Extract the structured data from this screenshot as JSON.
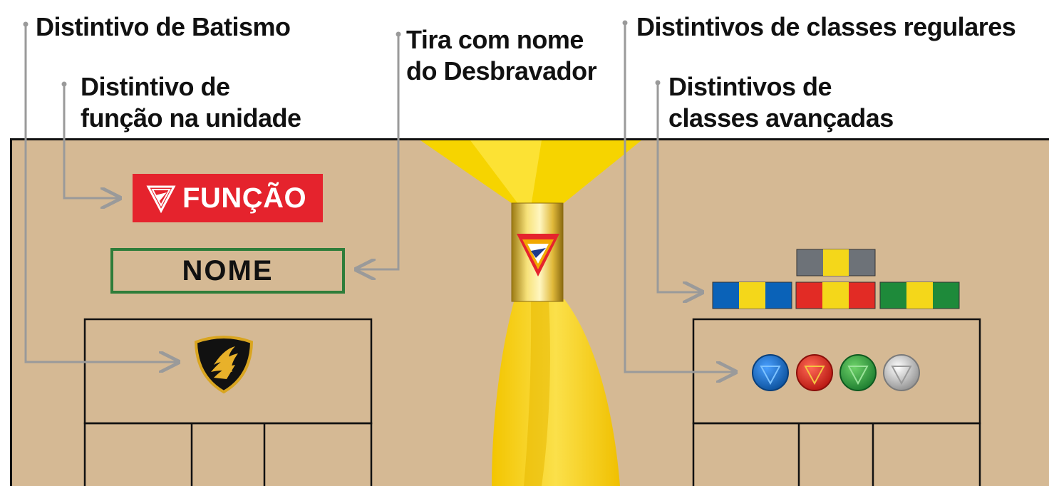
{
  "labels": {
    "batismo": "Distintivo de Batismo",
    "funcao_line1": "Distintivo de",
    "funcao_line2": "função na unidade",
    "tira_line1": "Tira com nome",
    "tira_line2": "do Desbravador",
    "regulares": "Distintivos de classes regulares",
    "avancadas_line1": "Distintivos de",
    "avancadas_line2": "classes avançadas"
  },
  "badges": {
    "funcao_text": "FUNÇÃO",
    "nome_text": "NOME"
  },
  "colors": {
    "shirt": "#d5b994",
    "scarf": "#f6d400",
    "leader_line": "#9a9a9a",
    "funcao_red": "#e5232d",
    "nome_green": "#2e7d3a",
    "class_blue": "#0a62b8",
    "class_red": "#e22b25",
    "class_green": "#1e8a3a",
    "class_silver": "#b9b9b9",
    "advanced_gray": "#6d7278",
    "advanced_yellow": "#f4d71a"
  },
  "icons": {
    "pathfinder_emblem": "pathfinder-triangle-emblem-icon",
    "baptism": "adventist-flame-shield-icon"
  }
}
